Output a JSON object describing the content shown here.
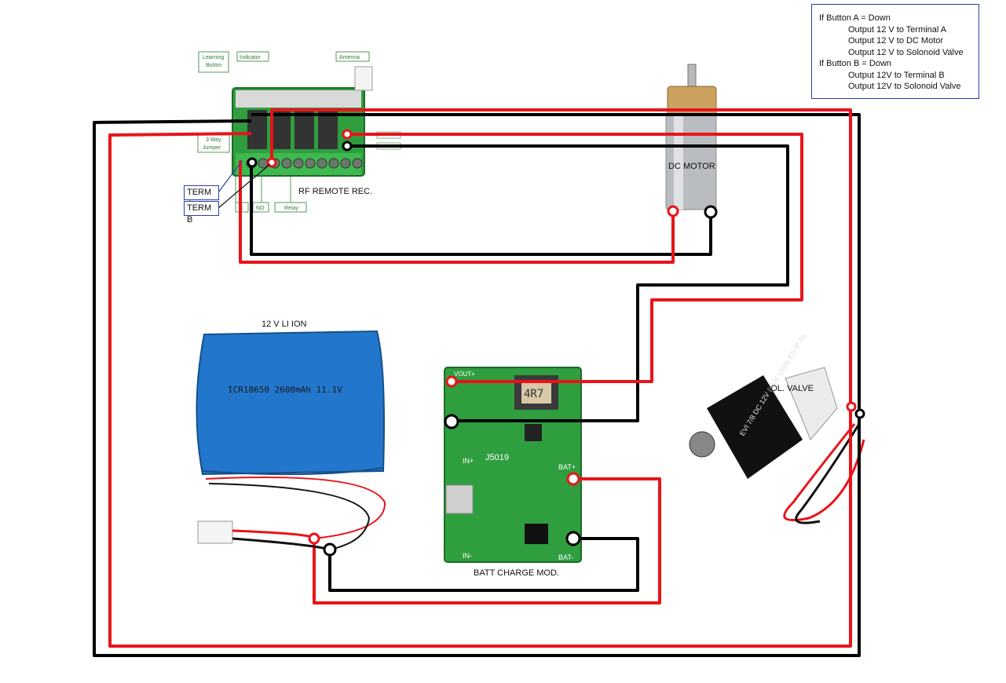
{
  "logic_notes": {
    "line1": "If Button A = Down",
    "line2": "Output 12 V to Terminal A",
    "line3": "Output 12 V to DC Motor",
    "line4": "Output 12 V to Solonoid Valve",
    "line5": "If Button B = Down",
    "line6": "Output 12V to Terminal B",
    "line7": "Output 12V to Solonoid Valve"
  },
  "labels": {
    "rf_receiver": "RF REMOTE REC.",
    "term_a": "TERM A",
    "term_b": "TERM B",
    "dc_motor": "DC MOTOR",
    "battery": "12 V LI ION",
    "battery_print": "ICR18650 2600mAh 11.1V",
    "charger": "BATT CHARGE MOD.",
    "charger_chip": "J5019",
    "charger_inductor": "4R7",
    "charger_vout": "VOUT+",
    "charger_in_plus": "IN+",
    "charger_in_minus": "IN-",
    "charger_bat_plus": "BAT+",
    "charger_bat_minus": "BAT-",
    "solenoid": "SOL. VALVE",
    "solenoid_print": "EVI 7/8 DC 12V 6.5W 100% ED IP 65"
  },
  "rf_callouts": {
    "learning_button": "Learning Button",
    "indicator": "Indicator",
    "antenna": "Antenna",
    "jumper": "3 Way Jumper",
    "c": "C",
    "no": "NO",
    "relay": "Relay"
  },
  "colors": {
    "positive_wire": "#e8141a",
    "negative_wire": "#000000",
    "board_green": "#2f9e3f",
    "battery_blue": "#2277cc",
    "note_border": "#2a3fa6"
  }
}
